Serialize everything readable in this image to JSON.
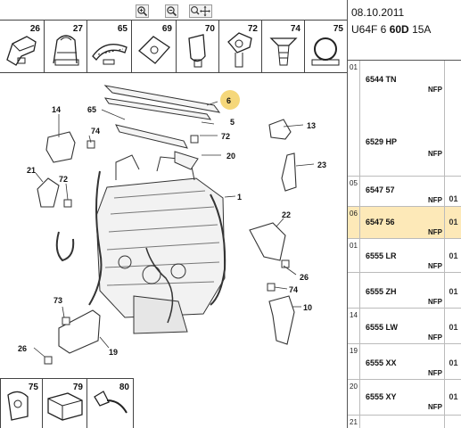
{
  "toolbar": {
    "zoom_in_icon": "zoom-in-icon",
    "zoom_out_icon": "zoom-out-icon",
    "pan_icon": "pan-icon"
  },
  "thumbs": [
    {
      "num": "26",
      "icon": "bracket-clip-icon"
    },
    {
      "num": "27",
      "icon": "clamp-icon"
    },
    {
      "num": "65",
      "icon": "hose-clip-icon"
    },
    {
      "num": "69",
      "icon": "plate-icon"
    },
    {
      "num": "70",
      "icon": "clip-icon"
    },
    {
      "num": "72",
      "icon": "fastener-icon"
    },
    {
      "num": "74",
      "icon": "push-pin-icon"
    },
    {
      "num": "75",
      "icon": "ring-clip-icon"
    }
  ],
  "bottom_thumbs": [
    {
      "num": "75",
      "icon": "cable-clip-icon"
    },
    {
      "num": "79",
      "icon": "cushion-icon"
    },
    {
      "num": "80",
      "icon": "strap-clip-icon"
    }
  ],
  "diagram": {
    "callouts": [
      "14",
      "65",
      "74",
      "6",
      "5",
      "72",
      "20",
      "13",
      "23",
      "21",
      "72",
      "1",
      "22",
      "26",
      "74",
      "10",
      "73",
      "26",
      "19"
    ]
  },
  "header": {
    "date": "08.10.2011",
    "code_prefix": "U64F 6",
    "code_bold": "60D",
    "code_suffix": "15A"
  },
  "parts": [
    {
      "idx": "01",
      "ref": "6544 TN",
      "tag": "NFP",
      "qty": "",
      "selected": false
    },
    {
      "idx": "",
      "ref": "6529 HP",
      "tag": "NFP",
      "qty": "",
      "selected": false
    },
    {
      "idx": "05",
      "ref": "6547 57",
      "tag": "NFP",
      "qty": "01",
      "selected": false
    },
    {
      "idx": "06",
      "ref": "6547 56",
      "tag": "NFP",
      "qty": "01",
      "selected": true
    },
    {
      "idx": "01",
      "ref": "6555 LR",
      "tag": "NFP",
      "qty": "01",
      "selected": false
    },
    {
      "idx": "",
      "ref": "6555 ZH",
      "tag": "NFP",
      "qty": "01",
      "selected": false
    },
    {
      "idx": "14",
      "ref": "6555 LW",
      "tag": "NFP",
      "qty": "01",
      "selected": false
    },
    {
      "idx": "19",
      "ref": "6555 XX",
      "tag": "NFP",
      "qty": "01",
      "selected": false
    },
    {
      "idx": "20",
      "ref": "6555 XY",
      "tag": "NFP",
      "qty": "01",
      "selected": false
    },
    {
      "idx": "21",
      "ref": "",
      "tag": "",
      "qty": "",
      "selected": false
    }
  ],
  "colors": {
    "selected_row": "#fde9b8",
    "highlight_circle": "#f5d77a"
  }
}
